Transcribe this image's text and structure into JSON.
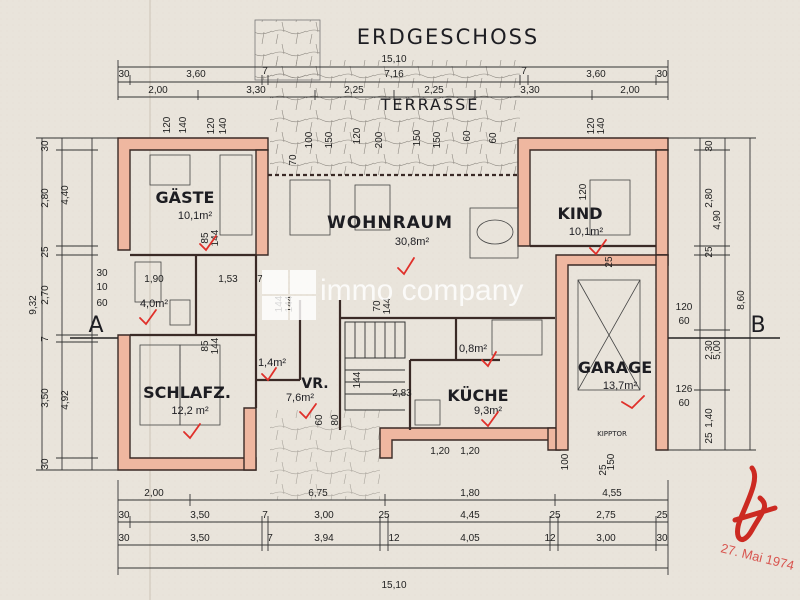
{
  "title": "ERDGESCHOSS",
  "terrace": "TERRASSE",
  "rooms": {
    "gaeste": {
      "name": "GÄSTE",
      "area": "10,1m²"
    },
    "wohnraum": {
      "name": "WOHNRAUM",
      "area": "30,8m²"
    },
    "kind": {
      "name": "KIND",
      "area": "10,1m²"
    },
    "bad": {
      "area": "4,0m²"
    },
    "schlafz": {
      "name": "SCHLAFZ.",
      "area": "12,2 m²"
    },
    "vr": {
      "name": "VR.",
      "area": "7,6m²"
    },
    "wc": {
      "area": "1,4m²"
    },
    "abstell": {
      "area": "0,8m²"
    },
    "kueche": {
      "name": "KÜCHE",
      "area": "9,3m²"
    },
    "garage": {
      "name": "GARAGE",
      "area": "13,7m²"
    }
  },
  "section_labels": {
    "left": "A",
    "right": "B"
  },
  "garage_door": "KIPPTOR",
  "watermark": "immo company",
  "stamp_date": "27. Mai 1974",
  "dims": {
    "top_total": "15,10",
    "top_row1": [
      "30",
      "3,60",
      "7",
      "7,16",
      "7",
      "3,60",
      "30"
    ],
    "top_row2": [
      "2,00",
      "3,30",
      "2,25",
      "2,25",
      "3,30",
      "2,00"
    ],
    "left_outer": [
      "30",
      "2,80",
      "25",
      "2,70",
      "7",
      "3,50",
      "30"
    ],
    "left_mid": [
      "4,40",
      "9,32",
      "4,92"
    ],
    "left_inner": [
      "30",
      "10",
      "60"
    ],
    "right_outer": [
      "30",
      "2,80",
      "25",
      "2,30",
      "1,40",
      "25"
    ],
    "right_mid": [
      "4,90",
      "5,00",
      "8,60"
    ],
    "right_inner": [
      "120",
      "60",
      "126",
      "60"
    ],
    "bottom_row1": [
      "2,00",
      "6,75",
      "1,80",
      "4,55"
    ],
    "bottom_row2": [
      "30",
      "3,50",
      "7",
      "3,00",
      "25",
      "4,45",
      "25",
      "2,75",
      "25"
    ],
    "bottom_row3": [
      "30",
      "3,50",
      "7",
      "3,94",
      "12",
      "4,05",
      "12",
      "3,00",
      "30"
    ],
    "bottom_total": "15,10",
    "inner": [
      "1,90",
      "1,53",
      "7",
      "2,83",
      "1,20",
      "1,20"
    ],
    "window_marks": [
      "120",
      "140",
      "120",
      "140",
      "85",
      "144",
      "85",
      "144",
      "120",
      "140",
      "100",
      "150",
      "70",
      "120",
      "200",
      "150",
      "150",
      "60",
      "60",
      "25",
      "120",
      "70",
      "144",
      "144",
      "60",
      "80",
      "144",
      "144",
      "100",
      "150",
      "25"
    ]
  }
}
